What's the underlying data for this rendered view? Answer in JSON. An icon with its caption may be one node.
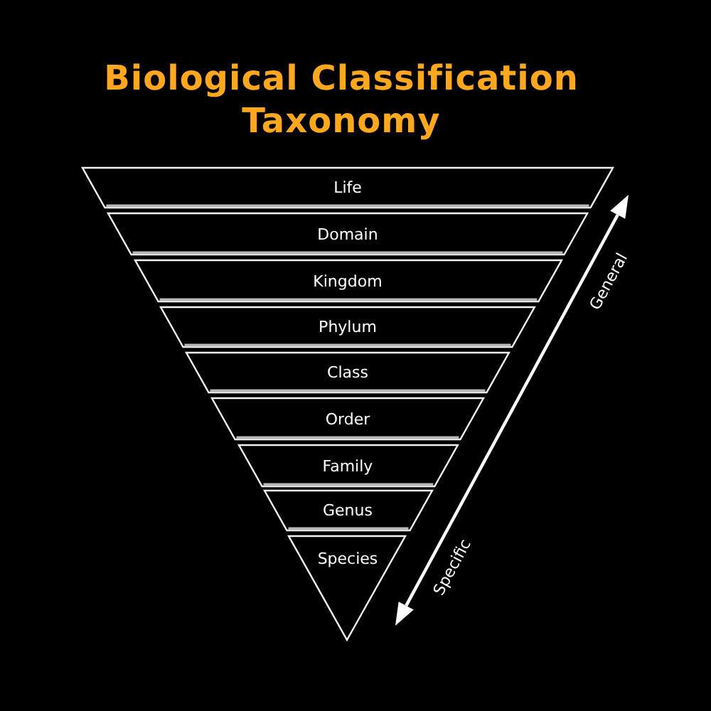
{
  "diagram": {
    "title": "Biological Classification Taxonomy",
    "nodes": [
      {
        "text": [
          "Life"
        ]
      },
      {
        "text": [
          "Domain"
        ]
      },
      {
        "text": [
          "Kingdom"
        ]
      },
      {
        "text": [
          "Phylum"
        ]
      },
      {
        "text": [
          "Class"
        ]
      },
      {
        "text": [
          "Order"
        ]
      },
      {
        "text": [
          "Family"
        ]
      },
      {
        "text": [
          "Genus"
        ]
      },
      {
        "text": [
          "Species"
        ]
      }
    ],
    "labels": [
      "General",
      "Specific"
    ]
  }
}
